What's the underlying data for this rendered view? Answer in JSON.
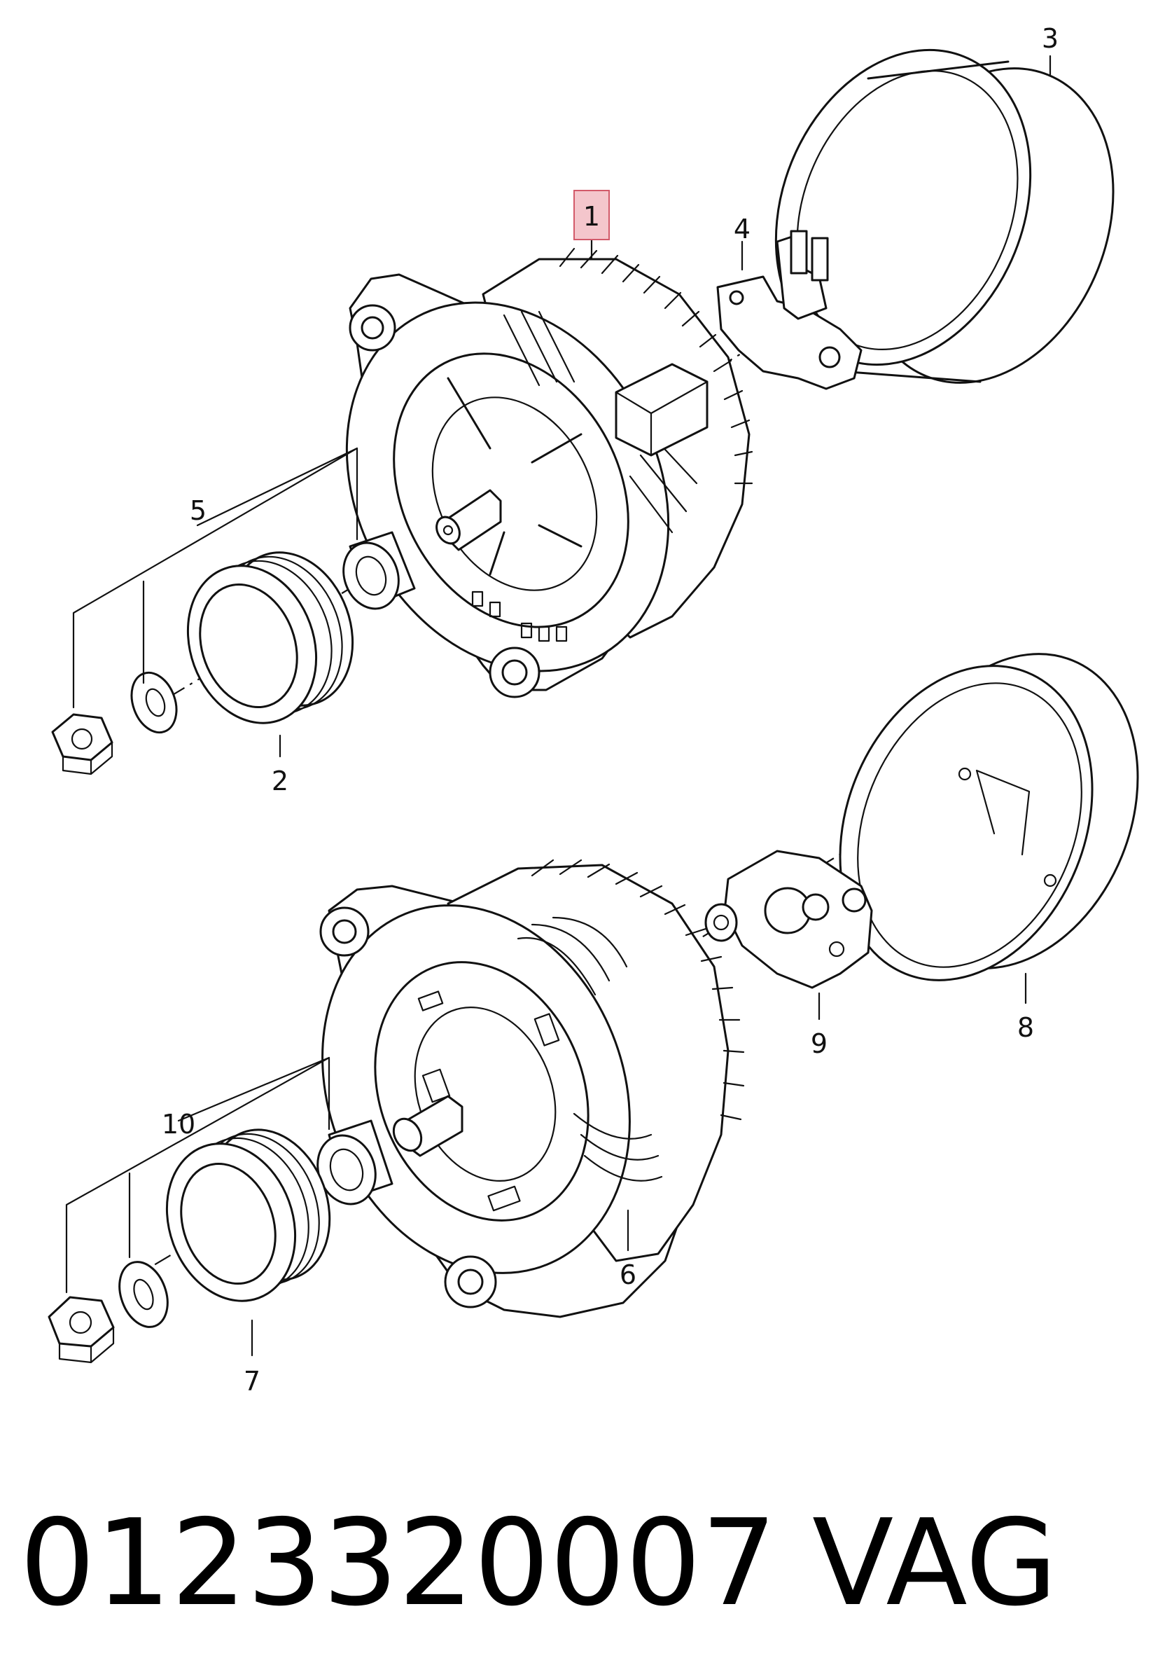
{
  "callouts": {
    "c1": "1",
    "c2": "2",
    "c3": "3",
    "c4": "4",
    "c5": "5",
    "c6": "6",
    "c7": "7",
    "c8": "8",
    "c9": "9",
    "c10": "10"
  },
  "highlight_color": "#f4c6cc",
  "footer": {
    "part_number": "0123320007",
    "brand": "VAG"
  }
}
